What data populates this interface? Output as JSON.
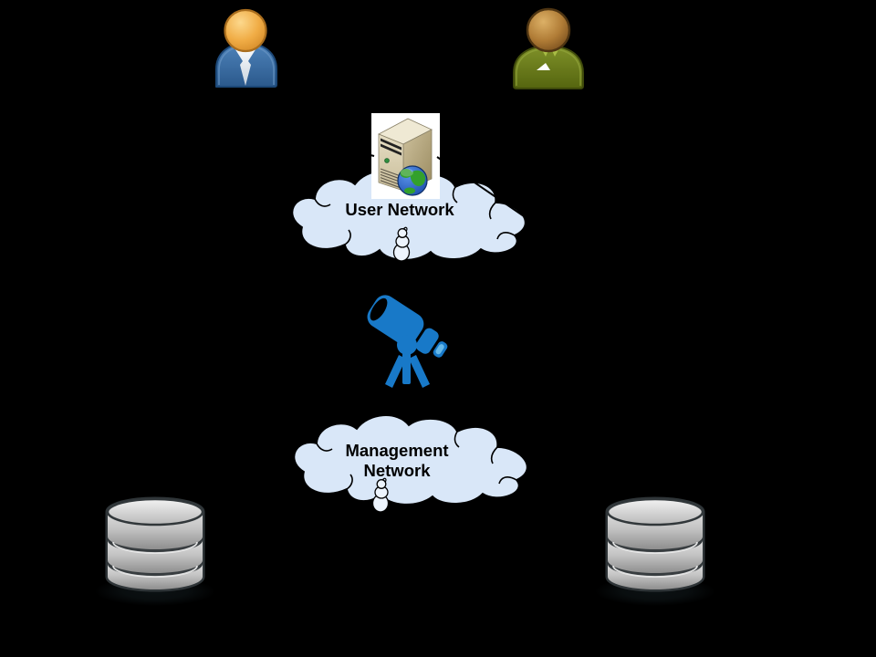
{
  "scene": {
    "type": "network-architecture-diagram",
    "background_color": "#000000"
  },
  "labels": {
    "user_network": "User Network",
    "management_network": "Management Network",
    "management_network_lines": [
      "Management",
      "Network"
    ]
  },
  "nodes": {
    "user_blue": {
      "icon": "blue-user-person-icon",
      "head_color": "#f0ac45",
      "body_color": "#2f5f93"
    },
    "user_green": {
      "icon": "green-user-person-icon",
      "head_color": "#b07c36",
      "body_color": "#6f8121"
    },
    "web_server": {
      "icon": "server-tower-with-globe-icon",
      "box_color": "#ffffff",
      "tower_color": "#d8cfae"
    },
    "user_network_cloud": {
      "icon": "cloud-shape",
      "fill": "#d9e7f8",
      "stroke": "#000000"
    },
    "telescope": {
      "icon": "telescope-observer-icon",
      "color": "#1879c8"
    },
    "management_network_cloud": {
      "icon": "cloud-shape",
      "fill": "#d9e7f8",
      "stroke": "#000000"
    },
    "database_left": {
      "icon": "database-cylinder-icon",
      "color": "#c0c0c0"
    },
    "database_right": {
      "icon": "database-cylinder-icon",
      "color": "#c0c0c0"
    }
  },
  "connectors": {
    "edge_color": "#000000"
  }
}
